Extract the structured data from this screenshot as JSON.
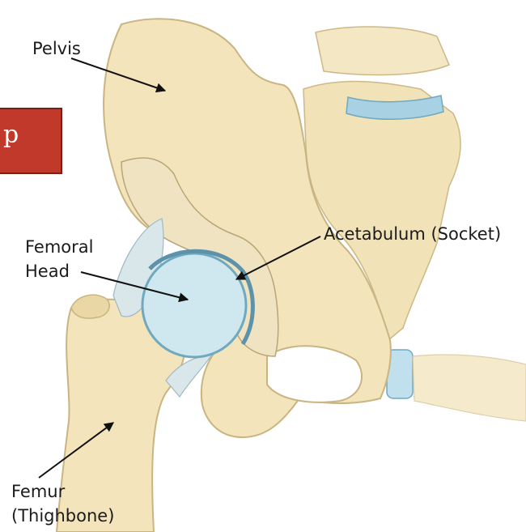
{
  "tab": {
    "text": "p",
    "color": "#c0392b"
  },
  "labels": {
    "pelvis": "Pelvis",
    "femoral_head_line1": "Femoral",
    "femoral_head_line2": "Head",
    "acetabulum": "Acetabulum (Socket)",
    "femur_line1": "Femur",
    "femur_line2": "(Thighbone)"
  },
  "colors": {
    "bone": "#f3e4bb",
    "bone_edge": "#c9b482",
    "cartilage": "#cfe8ef",
    "cartilage_edge": "#6fa9bf",
    "disc": "#a8d2e3"
  }
}
